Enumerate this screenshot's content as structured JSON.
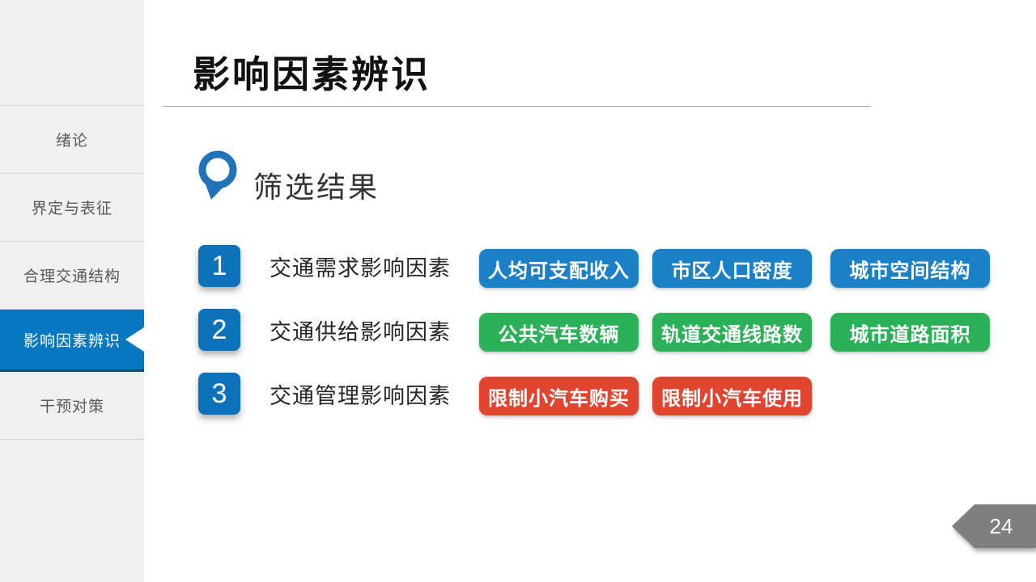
{
  "slide": {
    "title": "影响因素辨识",
    "page_number": "24"
  },
  "sidebar": {
    "items": [
      {
        "label": "绪论",
        "active": false
      },
      {
        "label": "界定与表征",
        "active": false
      },
      {
        "label": "合理交通结构",
        "active": false
      },
      {
        "label": "影响因素辨识",
        "active": true
      },
      {
        "label": "干预对策",
        "active": false
      }
    ]
  },
  "section": {
    "heading": "筛选结果",
    "icon": "map-pin-icon"
  },
  "rows": [
    {
      "number": "1",
      "label": "交通需求影响因素",
      "color": "#1C80C6",
      "buttons": [
        "人均可支配收入",
        "市区人口密度",
        "城市空间结构"
      ]
    },
    {
      "number": "2",
      "label": "交通供给影响因素",
      "color": "#2CB05A",
      "buttons": [
        "公共汽车数辆",
        "轨道交通线路数",
        "城市道路面积"
      ]
    },
    {
      "number": "3",
      "label": "交通管理影响因素",
      "color": "#E2452F",
      "buttons": [
        "限制小汽车购买",
        "限制小汽车使用"
      ]
    }
  ],
  "colors": {
    "sidebar_bg": "#F0F0F0",
    "sidebar_text": "#595959",
    "active_item_bg": "#0878C2",
    "number_box_bg": "#0D72BA",
    "button_blue": "#1C80C6",
    "button_green": "#2CB05A",
    "button_red": "#E2452F",
    "badge_gray": "#7F7F7F",
    "pin_blue": "#2173B8",
    "title_text": "#111111"
  }
}
